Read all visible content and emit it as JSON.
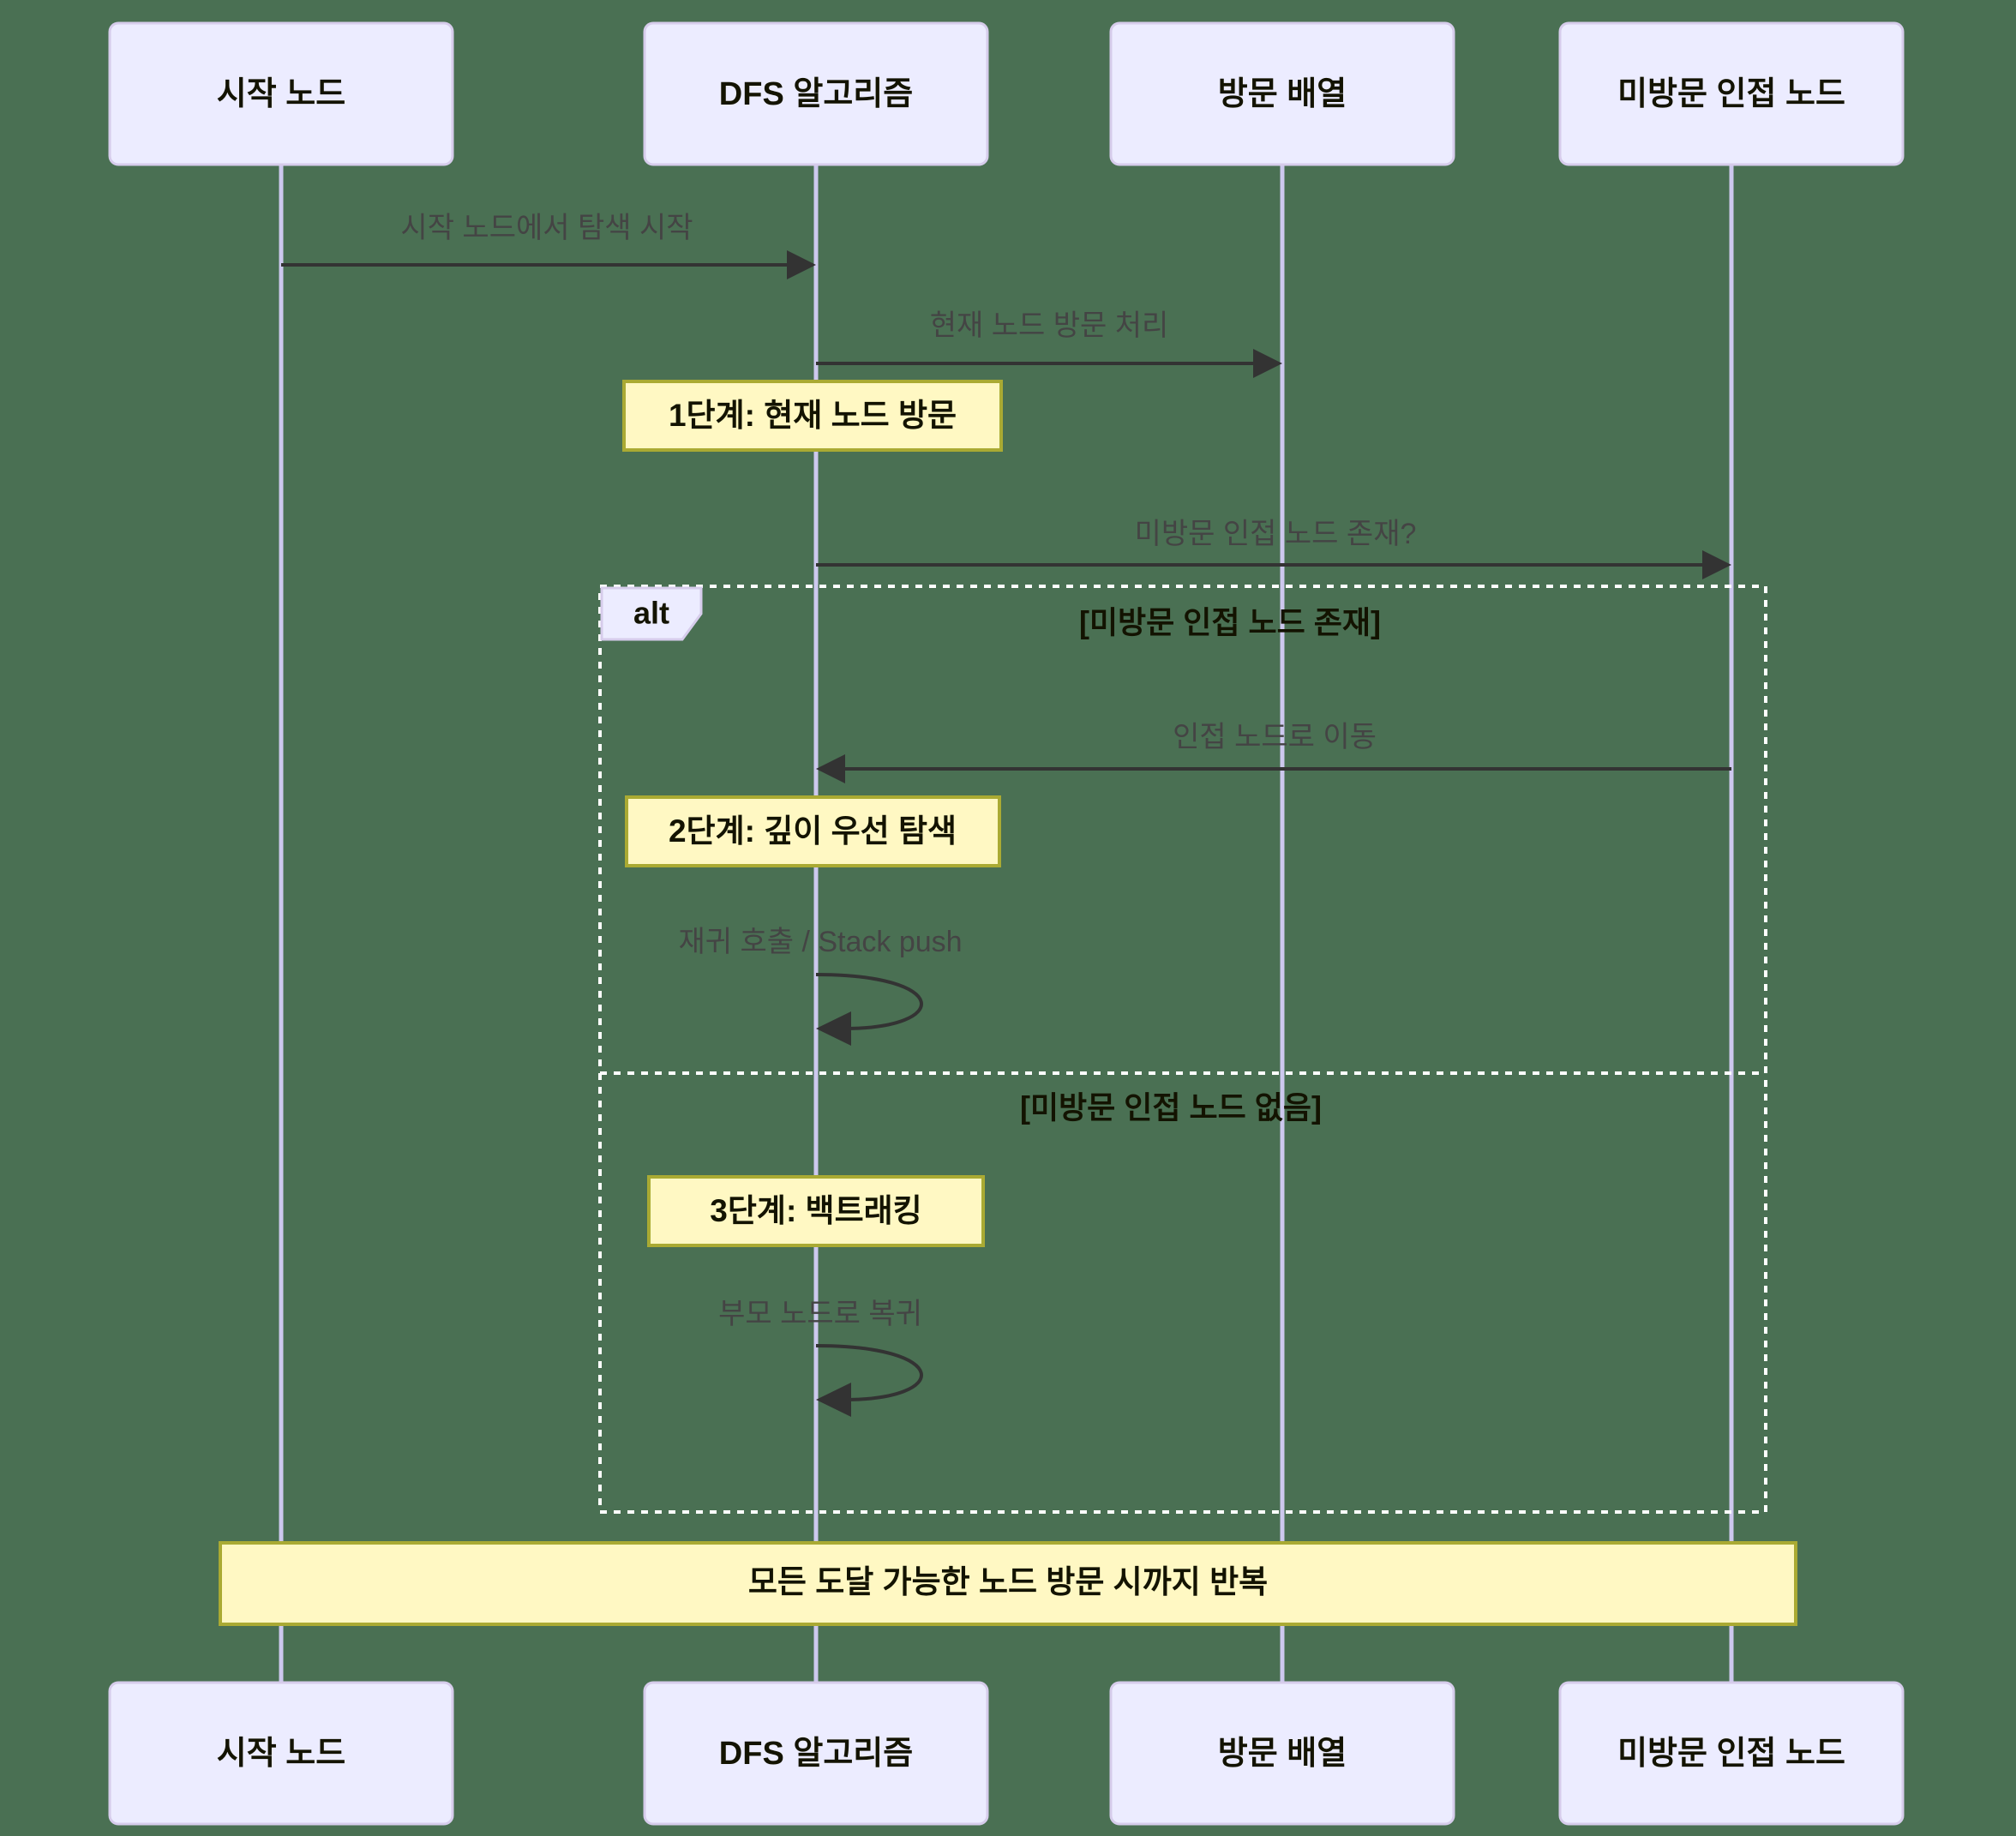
{
  "diagram": {
    "kind": "sequence-diagram",
    "background_color": "#4a7053",
    "participant_fill": "#ECECFF",
    "participant_border": "#D6CCEB",
    "lifeline_color": "#CDC8EE",
    "message_color": "#333333",
    "note_fill": "#FFF8C3",
    "note_border": "#AAAA33",
    "frame_color": "#FFFFFF"
  },
  "participants": [
    {
      "id": "start",
      "label": "시작 노드"
    },
    {
      "id": "dfs",
      "label": "DFS 알고리즘"
    },
    {
      "id": "visited",
      "label": "방문 배열"
    },
    {
      "id": "neighbor",
      "label": "미방문 인접 노드"
    }
  ],
  "participants_bottom": [
    {
      "id": "start",
      "label": "시작 노드"
    },
    {
      "id": "dfs",
      "label": "DFS 알고리즘"
    },
    {
      "id": "visited",
      "label": "방문 배열"
    },
    {
      "id": "neighbor",
      "label": "미방문 인접 노드"
    }
  ],
  "messages": [
    {
      "id": "m1",
      "from": "start",
      "to": "dfs",
      "label": "시작 노드에서 탐색 시작",
      "direction": "right"
    },
    {
      "id": "m2",
      "from": "dfs",
      "to": "visited",
      "label": "현재 노드 방문 처리",
      "direction": "right"
    },
    {
      "id": "m3",
      "from": "dfs",
      "to": "neighbor",
      "label": "미방문 인접 노드 존재?",
      "direction": "right"
    },
    {
      "id": "m4",
      "from": "neighbor",
      "to": "dfs",
      "label": "인접 노드로 이동",
      "direction": "left"
    },
    {
      "id": "m5",
      "from": "dfs",
      "to": "dfs",
      "label": "재귀 호출 / Stack push",
      "direction": "self"
    },
    {
      "id": "m6",
      "from": "dfs",
      "to": "dfs",
      "label": "부모 노드로 복귀",
      "direction": "self"
    }
  ],
  "notes": [
    {
      "id": "n1",
      "label": "1단계: 현재 노드 방문",
      "over": "dfs"
    },
    {
      "id": "n2",
      "label": "2단계: 깊이 우선 탐색",
      "over": "dfs"
    },
    {
      "id": "n3",
      "label": "3단계: 백트래킹",
      "over": "dfs"
    },
    {
      "id": "n4",
      "label": "모든 도달 가능한 노드 방문 시까지 반복",
      "over": "all"
    }
  ],
  "alt_fragment": {
    "tag": "alt",
    "branches": [
      {
        "id": "b1",
        "condition": "[미방문 인접 노드 존재]"
      },
      {
        "id": "b2",
        "condition": "[미방문 인접 노드 없음]"
      }
    ]
  }
}
